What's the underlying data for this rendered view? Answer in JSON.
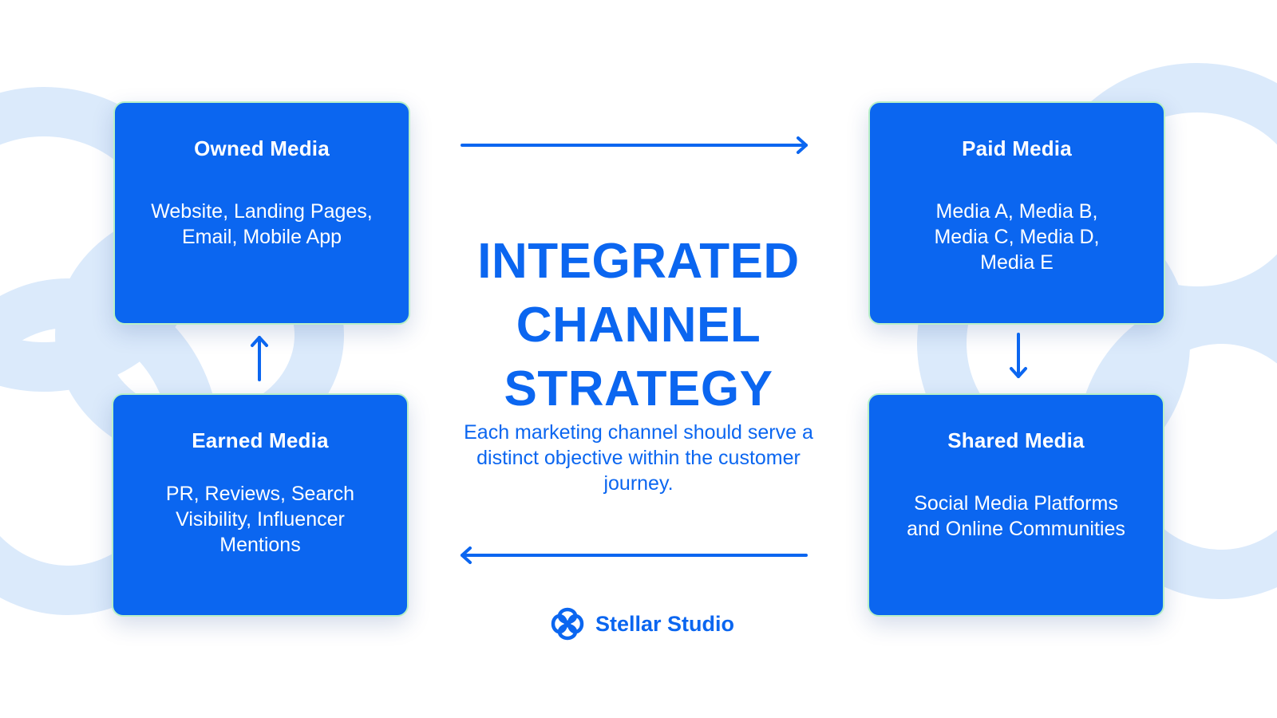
{
  "title_lines": [
    "INTEGRATED",
    "CHANNEL",
    "STRATEGY"
  ],
  "subtitle": "Each marketing channel should serve a distinct objective within the customer journey.",
  "cards": {
    "owned": {
      "title": "Owned Media",
      "body": [
        "Website, Landing Pages,",
        "Email, Mobile App"
      ]
    },
    "paid": {
      "title": "Paid Media",
      "body": [
        "Media A, Media B,",
        "Media C, Media D,",
        "Media E"
      ]
    },
    "earned": {
      "title": "Earned Media",
      "body": [
        "PR, Reviews, Search",
        "Visibility, Influencer",
        "Mentions"
      ]
    },
    "shared": {
      "title": "Shared Media",
      "body": [
        "Social Media Platforms",
        "and Online Communities"
      ]
    }
  },
  "brand": {
    "name": "Stellar Studio",
    "logo_icon": "interlocking-rings-logo"
  },
  "colors": {
    "primary": "#0b66f0",
    "card_border": "#b9f0c8",
    "decoration": "#dbeafb",
    "background": "#ffffff"
  }
}
